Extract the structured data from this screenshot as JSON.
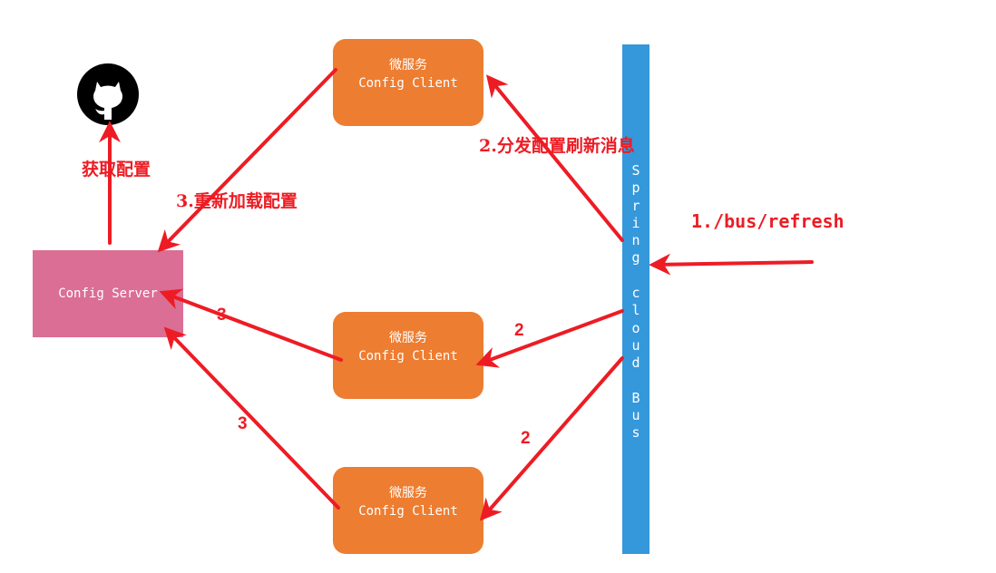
{
  "colors": {
    "arrow": "#ED1C24",
    "client": "#ED7D31",
    "server": "#DB6E94",
    "bus": "#3498DB"
  },
  "github": {
    "icon": "github-icon"
  },
  "server": {
    "label": "Config Server"
  },
  "clients": [
    {
      "title": "微服务",
      "subtitle": "Config Client"
    },
    {
      "title": "微服务",
      "subtitle": "Config Client"
    },
    {
      "title": "微服务",
      "subtitle": "Config Client"
    }
  ],
  "bus": {
    "label": "Spring cloud Bus"
  },
  "labels": {
    "fetch_config": "获取配置",
    "reload_config": "3.重新加载配置",
    "distribute": "2.分发配置刷新消息",
    "refresh": "1./bus/refresh",
    "step2a": "2",
    "step2b": "2",
    "step3a": "3",
    "step3b": "3"
  }
}
